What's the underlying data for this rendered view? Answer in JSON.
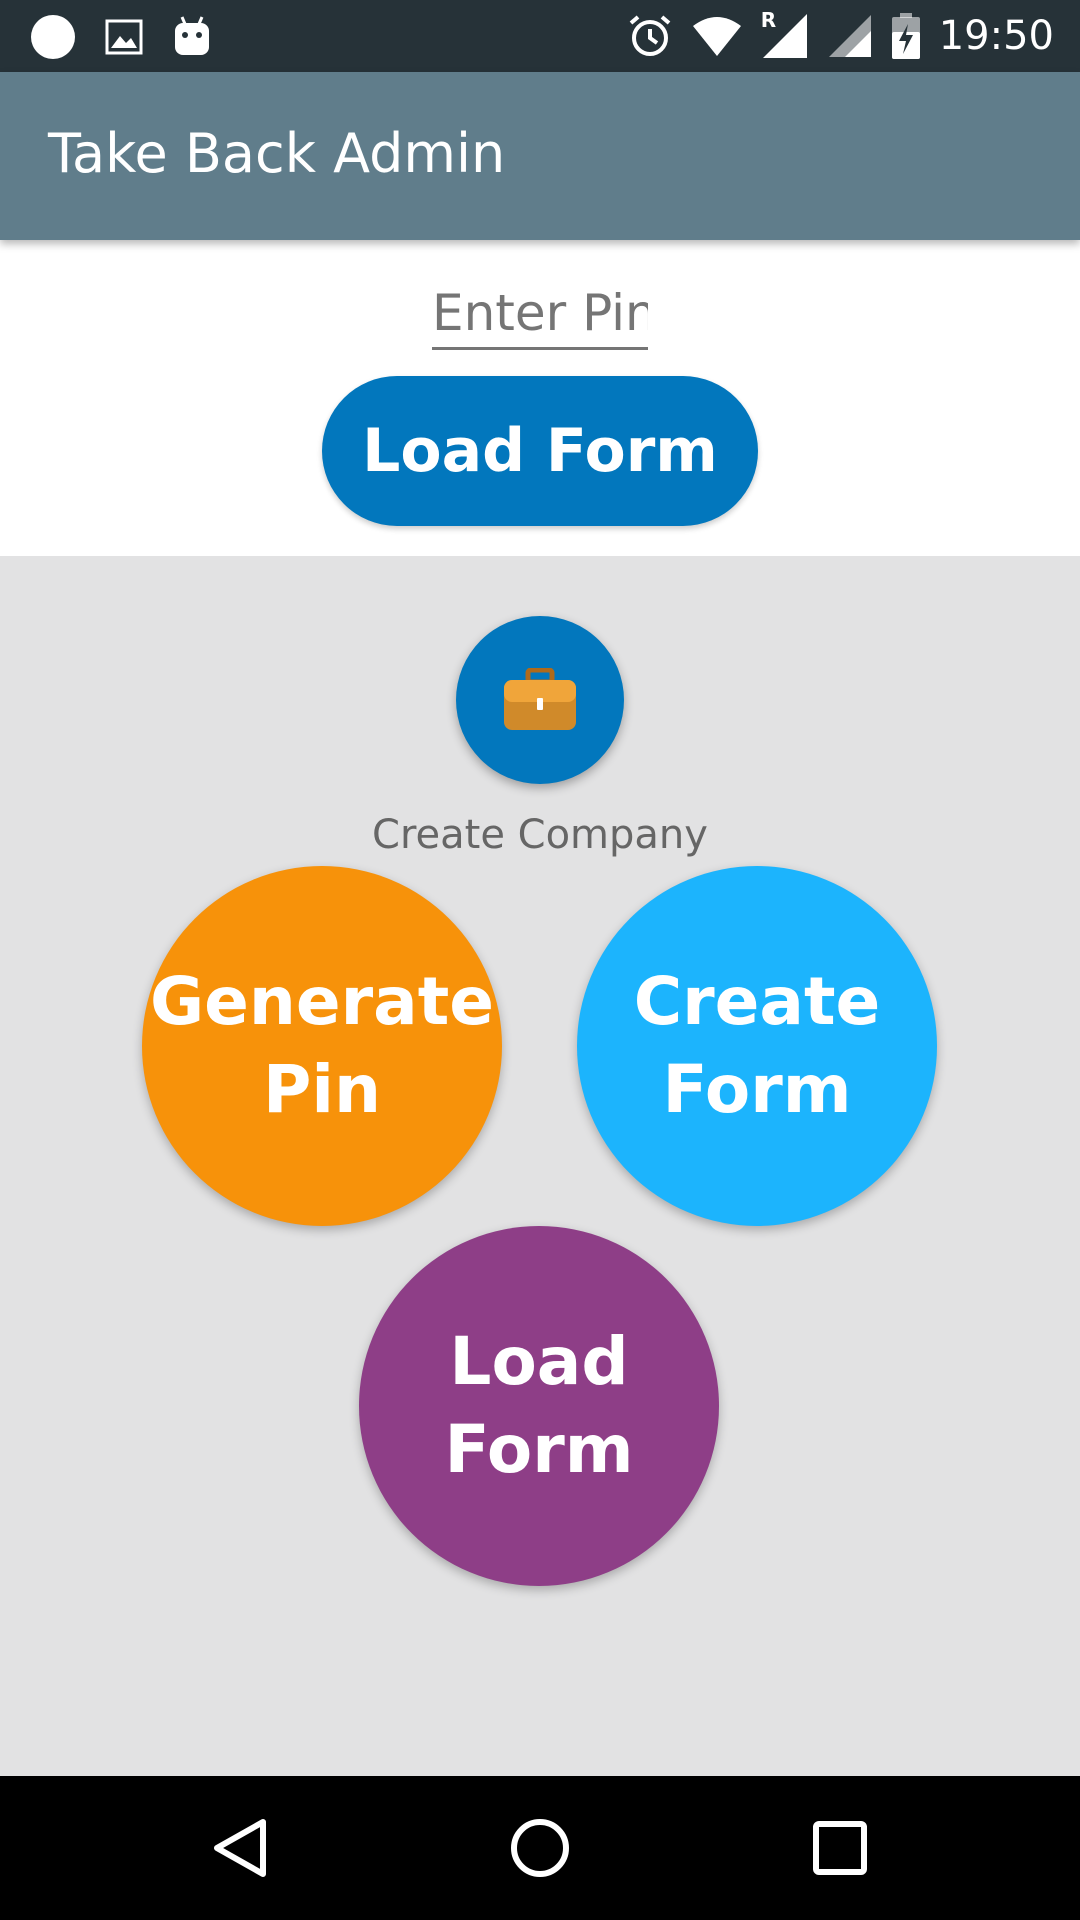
{
  "status_bar": {
    "time": "19:50",
    "left_icons": [
      "circle-notification-icon",
      "image-icon",
      "android-icon"
    ],
    "right_icons": [
      "alarm-icon",
      "wifi-icon",
      "signal-roaming-icon",
      "signal-icon",
      "battery-charging-icon"
    ],
    "roaming_indicator": "R"
  },
  "app_bar": {
    "title": "Take Back Admin",
    "color": "#607d8b"
  },
  "pin_form": {
    "placeholder": "Enter Pin",
    "value": "",
    "load_button_label": "Load Form",
    "button_color": "#0277bd"
  },
  "actions": {
    "create_company_label": "Create Company",
    "create_company_icon": "briefcase-icon",
    "generate_pin_label": "Generate Pin",
    "create_form_label": "Create Form",
    "load_form_label": "Load Form",
    "colors": {
      "generate_pin": "#f7920a",
      "create_form": "#1cb4fd",
      "load_form": "#8e3e87"
    }
  },
  "nav_bar": {
    "icons": [
      "back-icon",
      "home-icon",
      "recents-icon"
    ]
  }
}
